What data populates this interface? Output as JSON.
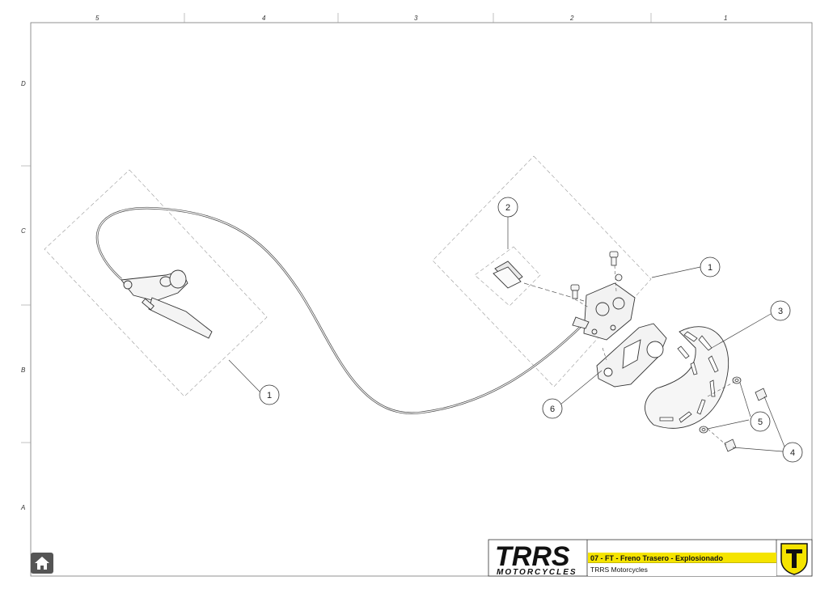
{
  "zones": {
    "columns": [
      "5",
      "4",
      "3",
      "2",
      "1"
    ],
    "rows": [
      "D",
      "C",
      "B",
      "A"
    ]
  },
  "callouts": {
    "lever_kit": "1",
    "caliper_kit": "1",
    "pads": "2",
    "disc": "3",
    "screws": "4",
    "washers": "5",
    "caliper_bracket": "6"
  },
  "title_block": {
    "logo_text": "TRRS",
    "logo_subtext": "MOTORCYCLES",
    "drawing_title": "07 - FT - Freno Trasero - Explosionado",
    "company": "TRRS Motorcycles",
    "accent_color": "#f5e400"
  },
  "home_button": {
    "icon": "home-icon"
  }
}
